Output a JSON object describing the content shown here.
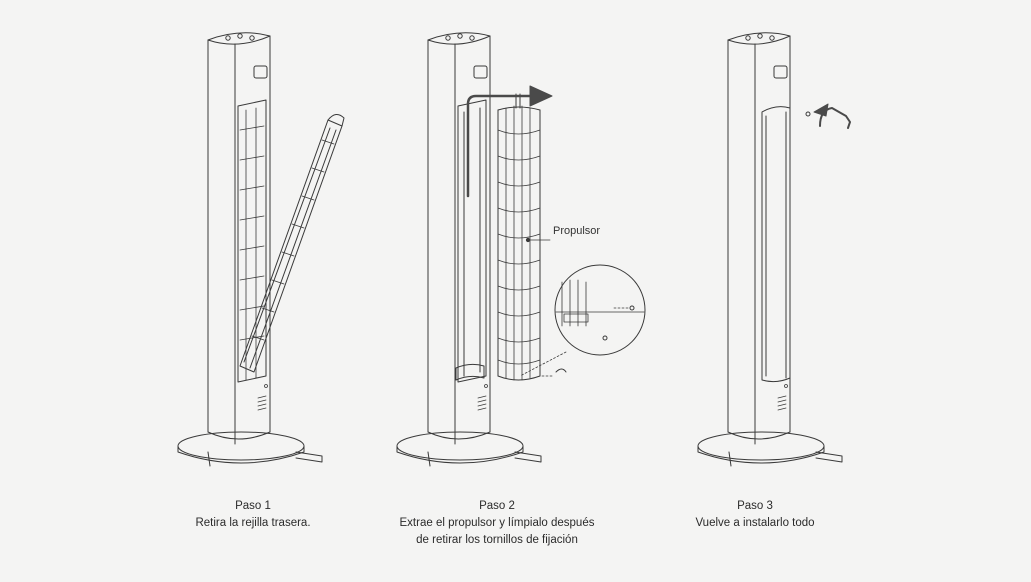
{
  "steps": [
    {
      "title": "Paso 1",
      "description": "Retira la rejilla trasera."
    },
    {
      "title": "Paso 2",
      "description": "Extrae el propulsor y límpialo después de retirar los tornillos de fijación"
    },
    {
      "title": "Paso 3",
      "description": "Vuelve a instalarlo todo"
    }
  ],
  "callouts": {
    "impeller": "Propulsor"
  },
  "colors": {
    "background": "#f4f4f3",
    "line": "#3a3a3a",
    "arrow": "#4a4a4a"
  }
}
